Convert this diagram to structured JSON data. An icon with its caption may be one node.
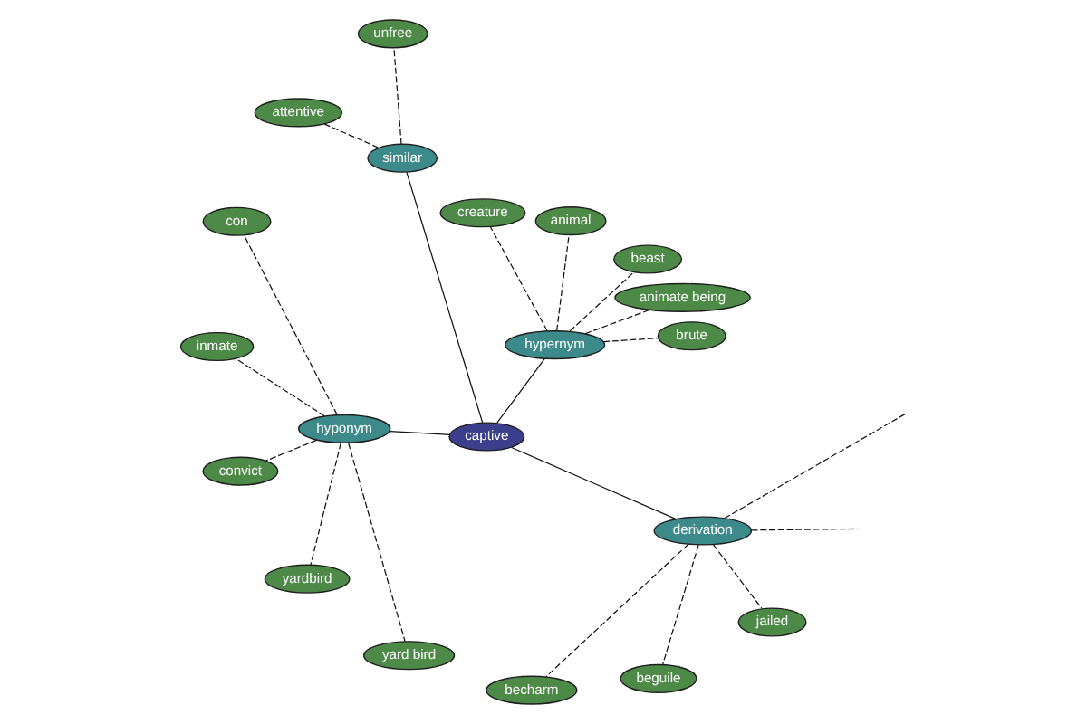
{
  "diagram": {
    "nodes": [
      {
        "text": [
          "unfree"
        ]
      },
      {
        "text": [
          "attentive"
        ]
      },
      {
        "text": [
          "similar"
        ]
      },
      {
        "text": [
          "brute"
        ]
      },
      {
        "text": [
          "becharm"
        ]
      },
      {
        "text": [
          "captive"
        ]
      },
      {
        "text": [
          "con"
        ]
      },
      {
        "text": [
          "animate being"
        ]
      },
      {
        "text": [
          "hypernym"
        ]
      },
      {
        "text": [
          "inmate"
        ]
      },
      {
        "text": [
          "hyponym"
        ]
      },
      {
        "text": [
          "convict"
        ]
      },
      {
        "text": [
          "derivation"
        ]
      },
      {
        "text": [
          "beast"
        ]
      },
      {
        "text": [
          "animal"
        ]
      },
      {
        "text": [
          "beguile"
        ]
      },
      {
        "text": [
          "yardbird"
        ]
      },
      {
        "text": [
          "creature"
        ]
      },
      {
        "text": [
          "jailed"
        ]
      },
      {
        "text": [
          "yard bird"
        ]
      }
    ],
    "edges": [
      {
        "from": 5,
        "to": 2,
        "arrow": "none"
      },
      {
        "from": 5,
        "to": 8,
        "arrow": "none"
      },
      {
        "from": 5,
        "to": 12,
        "arrow": "none"
      },
      {
        "from": 5,
        "to": 10,
        "arrow": "none"
      },
      {
        "from": 2,
        "to": 0,
        "arrow": "none",
        "style": "dashed"
      },
      {
        "from": 2,
        "to": 1,
        "arrow": "none",
        "style": "dashed"
      },
      {
        "from": 8,
        "to": 3,
        "arrow": "none",
        "style": "dashed"
      },
      {
        "from": 8,
        "to": 7,
        "arrow": "none",
        "style": "dashed"
      },
      {
        "from": 8,
        "to": 14,
        "arrow": "none",
        "style": "dashed"
      },
      {
        "from": 8,
        "to": 13,
        "arrow": "none",
        "style": "dashed"
      },
      {
        "from": 8,
        "to": 17,
        "arrow": "none",
        "style": "dashed"
      },
      {
        "from": 12,
        "to": 4,
        "arrow": "none",
        "style": "dashed"
      },
      {
        "from": 12,
        "to": 15,
        "arrow": "none",
        "style": "dashed"
      },
      {
        "from": 12,
        "to": 18,
        "arrow": "none",
        "style": "dashed"
      },
      {
        "from": 12,
        "to": null,
        "arrow": "none",
        "style": "dashed"
      },
      {
        "from": 12,
        "to": null,
        "arrow": "none",
        "style": "dashed"
      },
      {
        "from": 10,
        "to": 6,
        "arrow": "none",
        "style": "dashed"
      },
      {
        "from": 10,
        "to": 9,
        "arrow": "none",
        "style": "dashed"
      },
      {
        "from": 10,
        "to": 11,
        "arrow": "none",
        "style": "dashed"
      },
      {
        "from": 10,
        "to": 16,
        "arrow": "none",
        "style": "dashed"
      },
      {
        "from": 10,
        "to": 19,
        "arrow": "none",
        "style": "dashed"
      }
    ]
  }
}
